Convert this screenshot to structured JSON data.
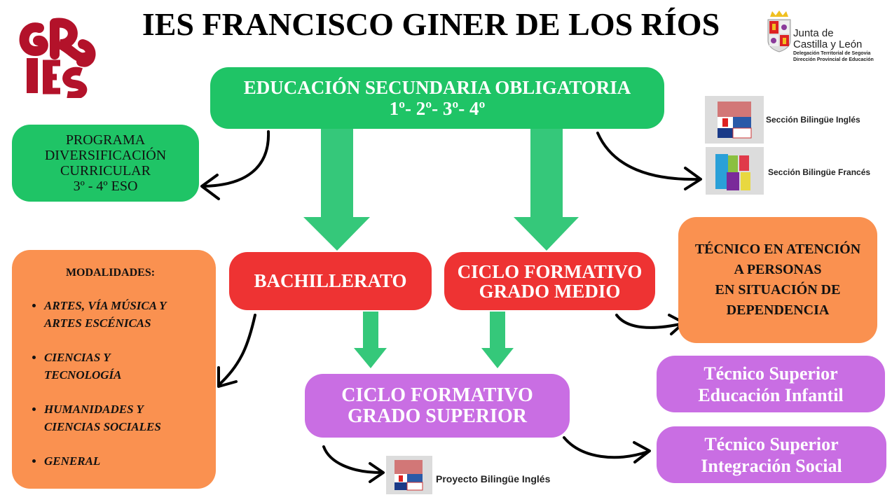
{
  "header": {
    "title": "IES FRANCISCO GINER DE LOS RÍOS",
    "school_logo_text": "IES",
    "junta": {
      "line1": "Junta de",
      "line2": "Castilla y León",
      "line3": "Delegación Territorial de Segovia",
      "line4": "Dirección Provincial de Educación"
    }
  },
  "eso": {
    "line1": "EDUCACIÓN SECUNDARIA OBLIGATORIA",
    "line2": "1º- 2º- 3º- 4º"
  },
  "pdc": {
    "lines": [
      "PROGRAMA",
      "DIVERSIFICACIÓN",
      "CURRICULAR",
      "3º - 4º ESO"
    ]
  },
  "bilingual": {
    "english": "Sección Bilingüe Inglés",
    "french": "Sección Bilingüe Francés",
    "project": "Proyecto Bilingüe Inglés"
  },
  "bachillerato": {
    "label": "BACHILLERATO"
  },
  "grado_medio": {
    "line1": "CICLO FORMATIVO",
    "line2": "GRADO MEDIO"
  },
  "tecnico_dependencia": {
    "lines": [
      "TÉCNICO EN ATENCIÓN",
      "A PERSONAS",
      "EN SITUACIÓN DE",
      "DEPENDENCIA"
    ]
  },
  "modalidades": {
    "heading": "MODALIDADES:",
    "items": [
      {
        "line1": "ARTES, VÍA MÚSICA Y",
        "line2": "ARTES ESCÉNICAS"
      },
      {
        "line1": "CIENCIAS Y",
        "line2": "TECNOLOGÍA"
      },
      {
        "line1": "HUMANIDADES Y",
        "line2": "CIENCIAS SOCIALES"
      },
      {
        "line1": "GENERAL",
        "line2": ""
      }
    ]
  },
  "grado_superior": {
    "line1": "CICLO FORMATIVO",
    "line2": "GRADO SUPERIOR"
  },
  "ts_infantil": {
    "line1": "Técnico Superior",
    "line2": "Educación Infantil"
  },
  "ts_social": {
    "line1": "Técnico Superior",
    "line2": "Integración Social"
  },
  "colors": {
    "green": "#1fc466",
    "red": "#ee3333",
    "orange": "#fa9150",
    "purple": "#c96ee3",
    "logo_red": "#b3122a"
  }
}
